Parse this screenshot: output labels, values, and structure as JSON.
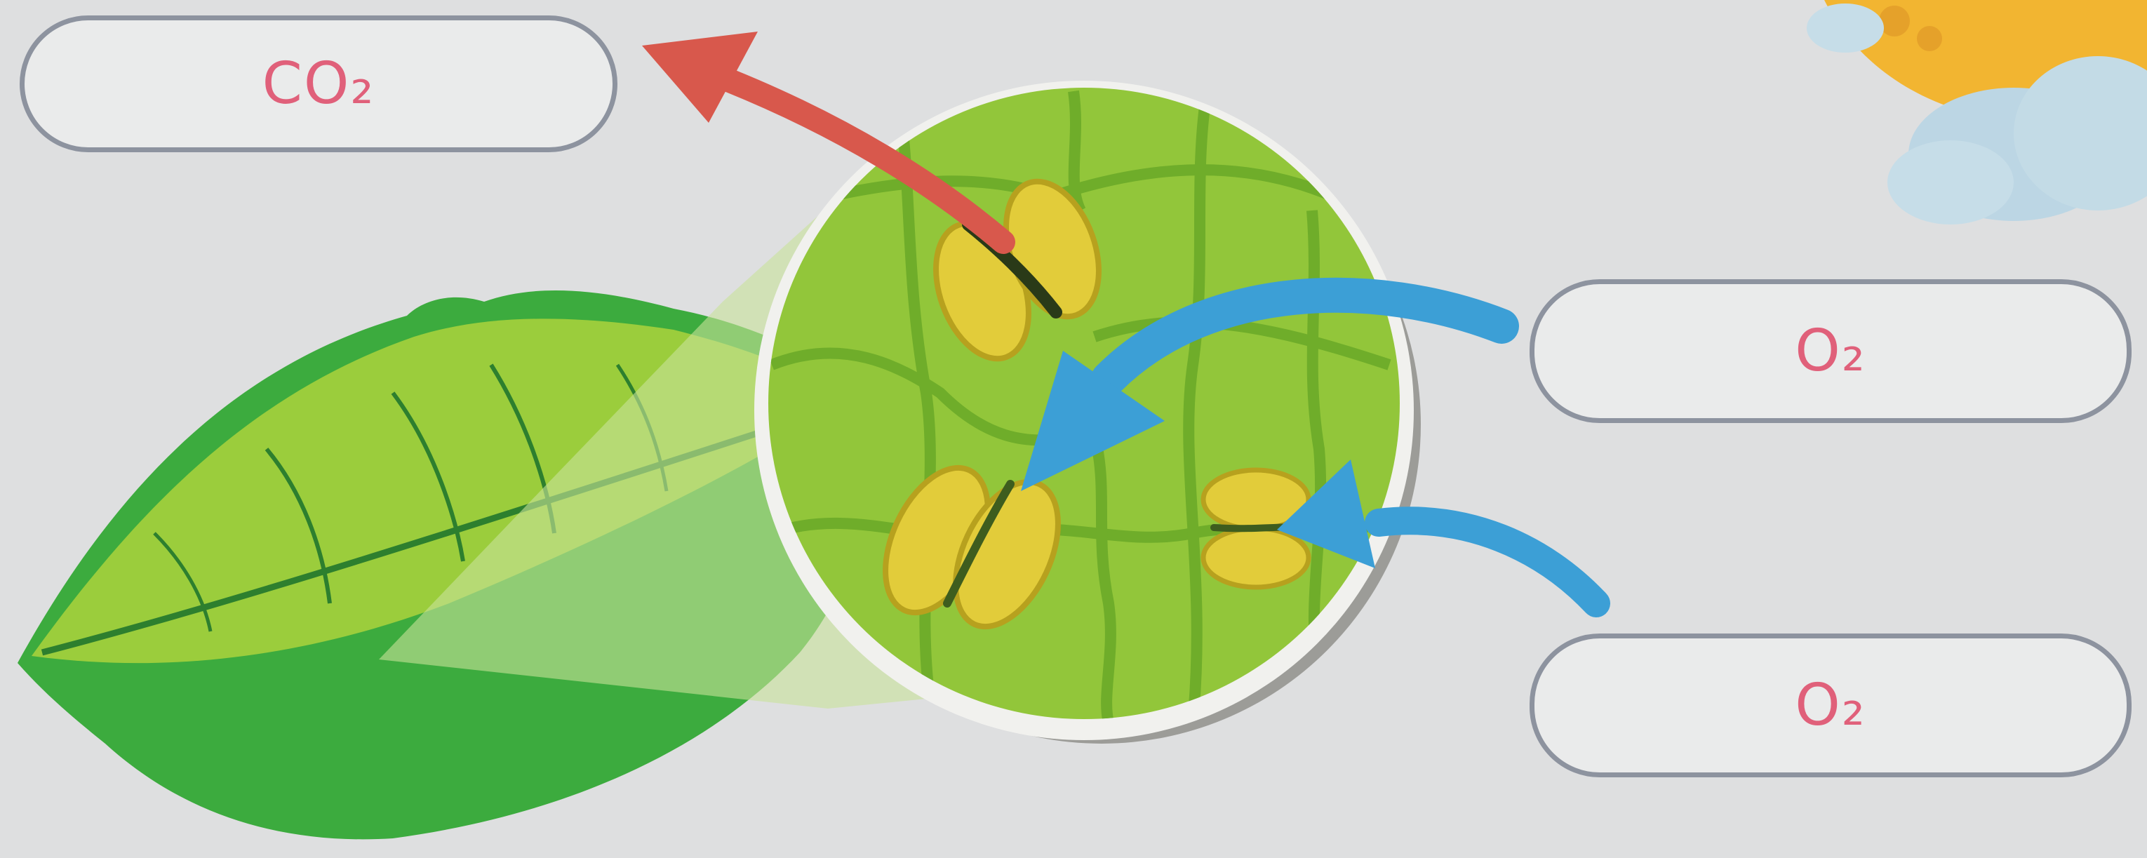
{
  "labels": [
    {
      "text": "CO₂"
    },
    {
      "text": "O₂"
    },
    {
      "text": "O₂"
    }
  ],
  "colors": {
    "background": "#dedfe0",
    "label_border": "#8d939f",
    "label_text": "#e0607a",
    "arrow_out": "#d8584c",
    "arrow_in": "#3c9fd6",
    "leaf_dark": "#3cab3e",
    "leaf_light": "#9bcd3c",
    "cell_fill": "#92c63a",
    "cell_wall": "#6fad2a",
    "guard_cell": "#e2cc3a"
  },
  "icons": {
    "leaf": "leaf-icon",
    "magnified_circle": "leaf-surface-magnifier",
    "stoma": "stoma-icon",
    "arrow_out": "arrow-out-icon",
    "arrow_in": "arrow-in-icon",
    "sun": "sun-icon",
    "cloud": "cloud-icon"
  }
}
